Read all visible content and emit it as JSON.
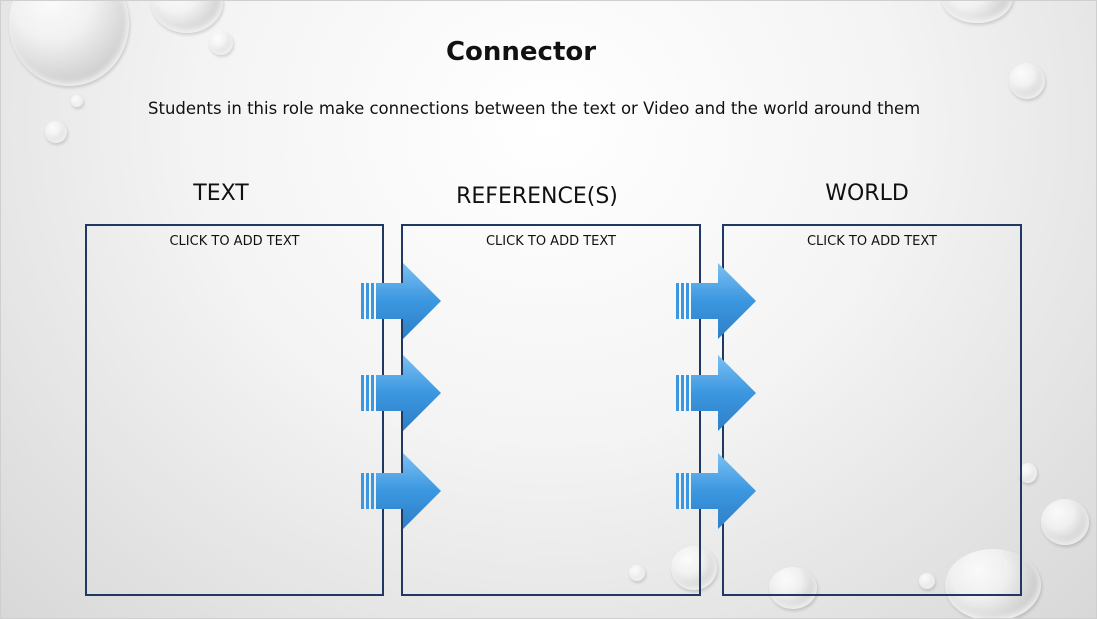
{
  "slide": {
    "title": "Connector",
    "subtitle": "Students in this role make connections between the text or Video and the world around them",
    "columns": [
      {
        "heading": "TEXT",
        "placeholder": "CLICK TO ADD TEXT"
      },
      {
        "heading": "REFERENCE(S)",
        "placeholder": "CLICK TO ADD TEXT"
      },
      {
        "heading": "WORLD",
        "placeholder": "CLICK TO ADD TEXT"
      }
    ]
  },
  "colors": {
    "box_border": "#1f3864",
    "arrow_fill": "#4aa3e8",
    "arrow_dark": "#2f7fc4"
  },
  "icons": [
    "chevron-right-arrow-icon",
    "water-drop-decoration"
  ]
}
